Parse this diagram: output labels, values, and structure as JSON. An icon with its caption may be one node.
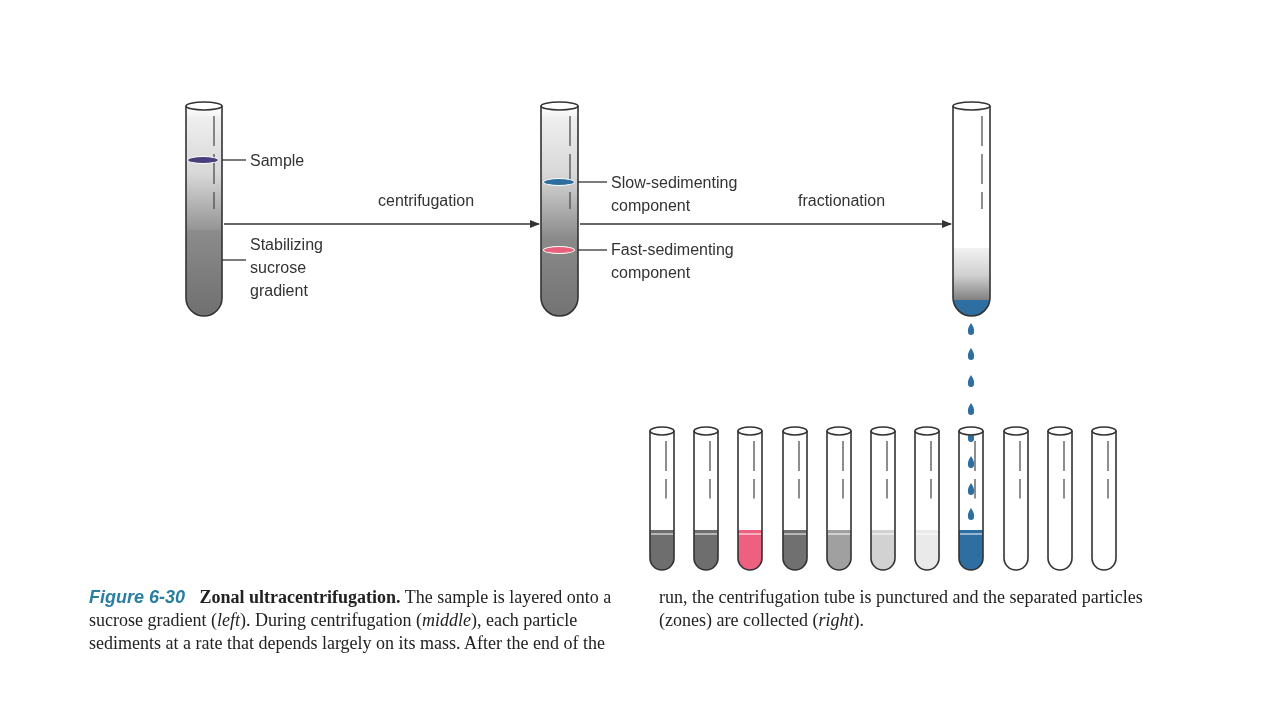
{
  "diagram": {
    "caption": "**Figure 6-30** **Zonal ultracentrifugation.** The sample is layered onto a sucrose gradient (*left*). During centrifugation (*middle*), each particle sediments at a rate that depends largely on its mass. After the end of the run, the centrifugation tube is punctured and the separated particles (zones) are collected (*right*).",
    "nodes": [
      {
        "text": [],
        "shape": "picture"
      },
      {
        "text": [],
        "shape": "bar",
        "in": 0
      },
      {
        "text": [],
        "shape": "bar",
        "in": 0
      },
      {
        "text": [
          "Sample"
        ]
      },
      {
        "text": [
          "Stabilizing sucrose gradient"
        ]
      },
      {
        "text": [],
        "shape": "picture"
      },
      {
        "text": [],
        "shape": "bar",
        "in": 5
      },
      {
        "text": [],
        "shape": "bar",
        "in": 5
      },
      {
        "text": [
          "Slow-sedimenting component"
        ]
      },
      {
        "text": [
          "Fast-sedimenting component"
        ]
      },
      {
        "text": [],
        "shape": "picture"
      },
      {
        "text": [],
        "shape": "picture"
      },
      {
        "text": [],
        "shape": "picture"
      },
      {
        "text": [],
        "shape": "picture"
      },
      {
        "text": [],
        "shape": "picture"
      },
      {
        "text": [],
        "shape": "picture"
      },
      {
        "text": [],
        "shape": "picture"
      },
      {
        "text": [],
        "shape": "picture"
      },
      {
        "text": [],
        "shape": "picture"
      },
      {
        "text": [],
        "shape": "picture"
      },
      {
        "text": [],
        "shape": "picture"
      },
      {
        "text": [],
        "shape": "picture"
      }
    ],
    "edges": [
      {
        "from": 3,
        "to": 1,
        "arrow": "none"
      },
      {
        "from": 4,
        "to": 2,
        "arrow": "none"
      },
      {
        "from": 0,
        "to": 5,
        "arrow": "to",
        "label": "centrifugation"
      },
      {
        "from": 8,
        "to": 6,
        "arrow": "none"
      },
      {
        "from": 9,
        "to": 7,
        "arrow": "none"
      },
      {
        "from": 5,
        "to": 10,
        "arrow": "to",
        "label": "fractionation"
      }
    ]
  }
}
